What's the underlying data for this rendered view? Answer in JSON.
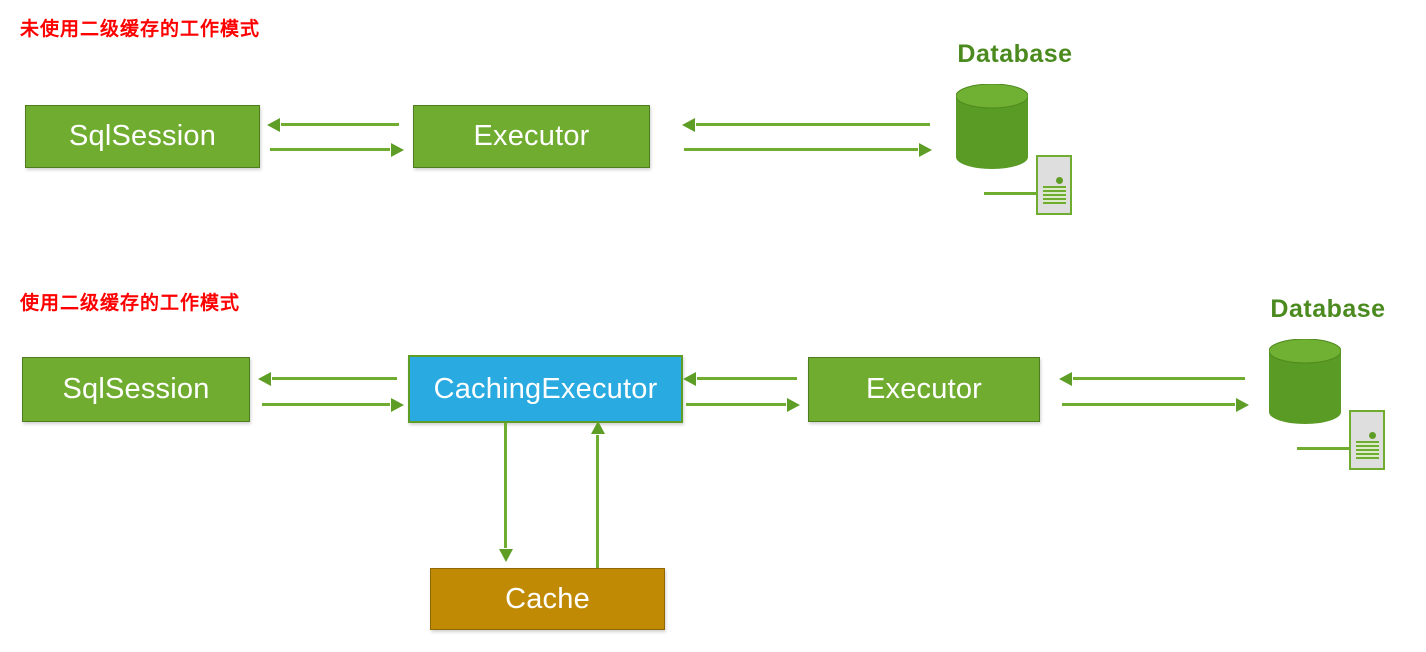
{
  "diagram": {
    "title_without_cache": "未使用二级缓存的工作模式",
    "title_with_cache": "使用二级缓存的工作模式",
    "colors": {
      "title_red": "#FF0000",
      "node_green": "#6FAC30",
      "node_blue": "#29AAE1",
      "node_amber": "#C08A04",
      "arrow_green": "#6FAC30",
      "database_label_green": "#4B8A1E",
      "background": "#FFFFFF"
    },
    "section_without_cache": {
      "nodes": {
        "sql_session": "SqlSession",
        "executor": "Executor",
        "database": "Database"
      },
      "arrows": [
        {
          "name": "executor-to-sqlsession",
          "direction": "left"
        },
        {
          "name": "sqlsession-to-executor",
          "direction": "right"
        },
        {
          "name": "database-to-executor",
          "direction": "left"
        },
        {
          "name": "executor-to-database",
          "direction": "right"
        }
      ]
    },
    "section_with_cache": {
      "nodes": {
        "sql_session": "SqlSession",
        "caching_executor": "CachingExecutor",
        "executor": "Executor",
        "cache": "Cache",
        "database": "Database"
      },
      "arrows": [
        {
          "name": "cachingexecutor-to-sqlsession",
          "direction": "left"
        },
        {
          "name": "sqlsession-to-cachingexecutor",
          "direction": "right"
        },
        {
          "name": "executor-to-cachingexecutor",
          "direction": "left"
        },
        {
          "name": "cachingexecutor-to-executor",
          "direction": "right"
        },
        {
          "name": "database-to-executor",
          "direction": "left"
        },
        {
          "name": "executor-to-database",
          "direction": "right"
        },
        {
          "name": "cachingexecutor-to-cache",
          "direction": "down"
        },
        {
          "name": "cache-to-cachingexecutor",
          "direction": "up"
        }
      ]
    }
  }
}
